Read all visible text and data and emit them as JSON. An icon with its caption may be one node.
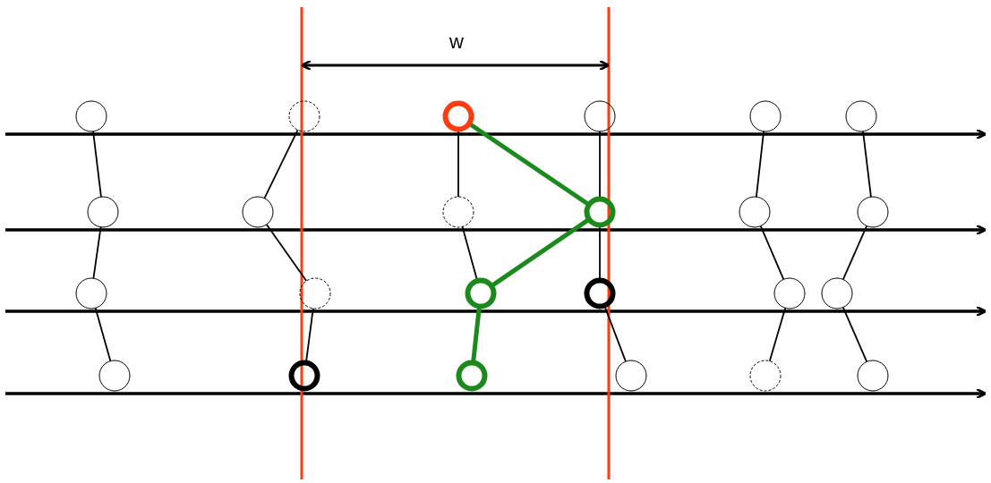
{
  "diagram": {
    "nodes": [
      {
        "text": [],
        "shape": "circle"
      },
      {
        "text": [],
        "shape": "circle"
      },
      {
        "text": [],
        "shape": "circle"
      },
      {
        "text": [],
        "shape": "circle"
      },
      {
        "text": [],
        "shape": "circle"
      },
      {
        "text": [],
        "shape": "circle"
      },
      {
        "text": [],
        "shape": "circle"
      },
      {
        "text": [],
        "shape": "circle"
      },
      {
        "text": [],
        "shape": "circle"
      },
      {
        "text": [],
        "shape": "circle"
      },
      {
        "text": [],
        "shape": "circle"
      },
      {
        "text": [],
        "shape": "circle"
      },
      {
        "text": [],
        "shape": "circle"
      },
      {
        "text": [],
        "shape": "circle"
      },
      {
        "text": [],
        "shape": "circle"
      },
      {
        "text": [],
        "shape": "circle"
      },
      {
        "text": [],
        "shape": "circle"
      },
      {
        "text": [],
        "shape": "circle"
      },
      {
        "text": [],
        "shape": "circle"
      },
      {
        "text": [],
        "shape": "circle"
      },
      {
        "text": [],
        "shape": "circle"
      },
      {
        "text": [],
        "shape": "circle"
      },
      {
        "text": [],
        "shape": "circle"
      },
      {
        "text": [],
        "shape": "circle"
      }
    ],
    "edges": [
      {
        "from": 0,
        "to": 6,
        "arrow": "none"
      },
      {
        "from": 6,
        "to": 12,
        "arrow": "none"
      },
      {
        "from": 12,
        "to": 18,
        "arrow": "none"
      },
      {
        "from": 1,
        "to": 7,
        "arrow": "none"
      },
      {
        "from": 7,
        "to": 13,
        "arrow": "none"
      },
      {
        "from": 13,
        "to": 19,
        "arrow": "none"
      },
      {
        "from": 2,
        "to": 8,
        "arrow": "none"
      },
      {
        "from": 8,
        "to": 14,
        "arrow": "none"
      },
      {
        "from": 3,
        "to": 9,
        "arrow": "none"
      },
      {
        "from": 9,
        "to": 15,
        "arrow": "none"
      },
      {
        "from": 15,
        "to": 21,
        "arrow": "none"
      },
      {
        "from": 4,
        "to": 10,
        "arrow": "none"
      },
      {
        "from": 10,
        "to": 16,
        "arrow": "none"
      },
      {
        "from": 16,
        "to": 22,
        "arrow": "none"
      },
      {
        "from": 5,
        "to": 11,
        "arrow": "none"
      },
      {
        "from": 11,
        "to": 17,
        "arrow": "none"
      },
      {
        "from": 17,
        "to": 23,
        "arrow": "none"
      },
      {
        "from": 2,
        "to": 9,
        "arrow": "none",
        "style": "thick",
        "color": "#1a8a1a"
      },
      {
        "from": 9,
        "to": 14,
        "arrow": "none",
        "style": "thick",
        "color": "#1a8a1a"
      },
      {
        "from": 14,
        "to": 20,
        "arrow": "none",
        "style": "thick",
        "color": "#1a8a1a"
      }
    ],
    "labels": [
      "w"
    ]
  }
}
